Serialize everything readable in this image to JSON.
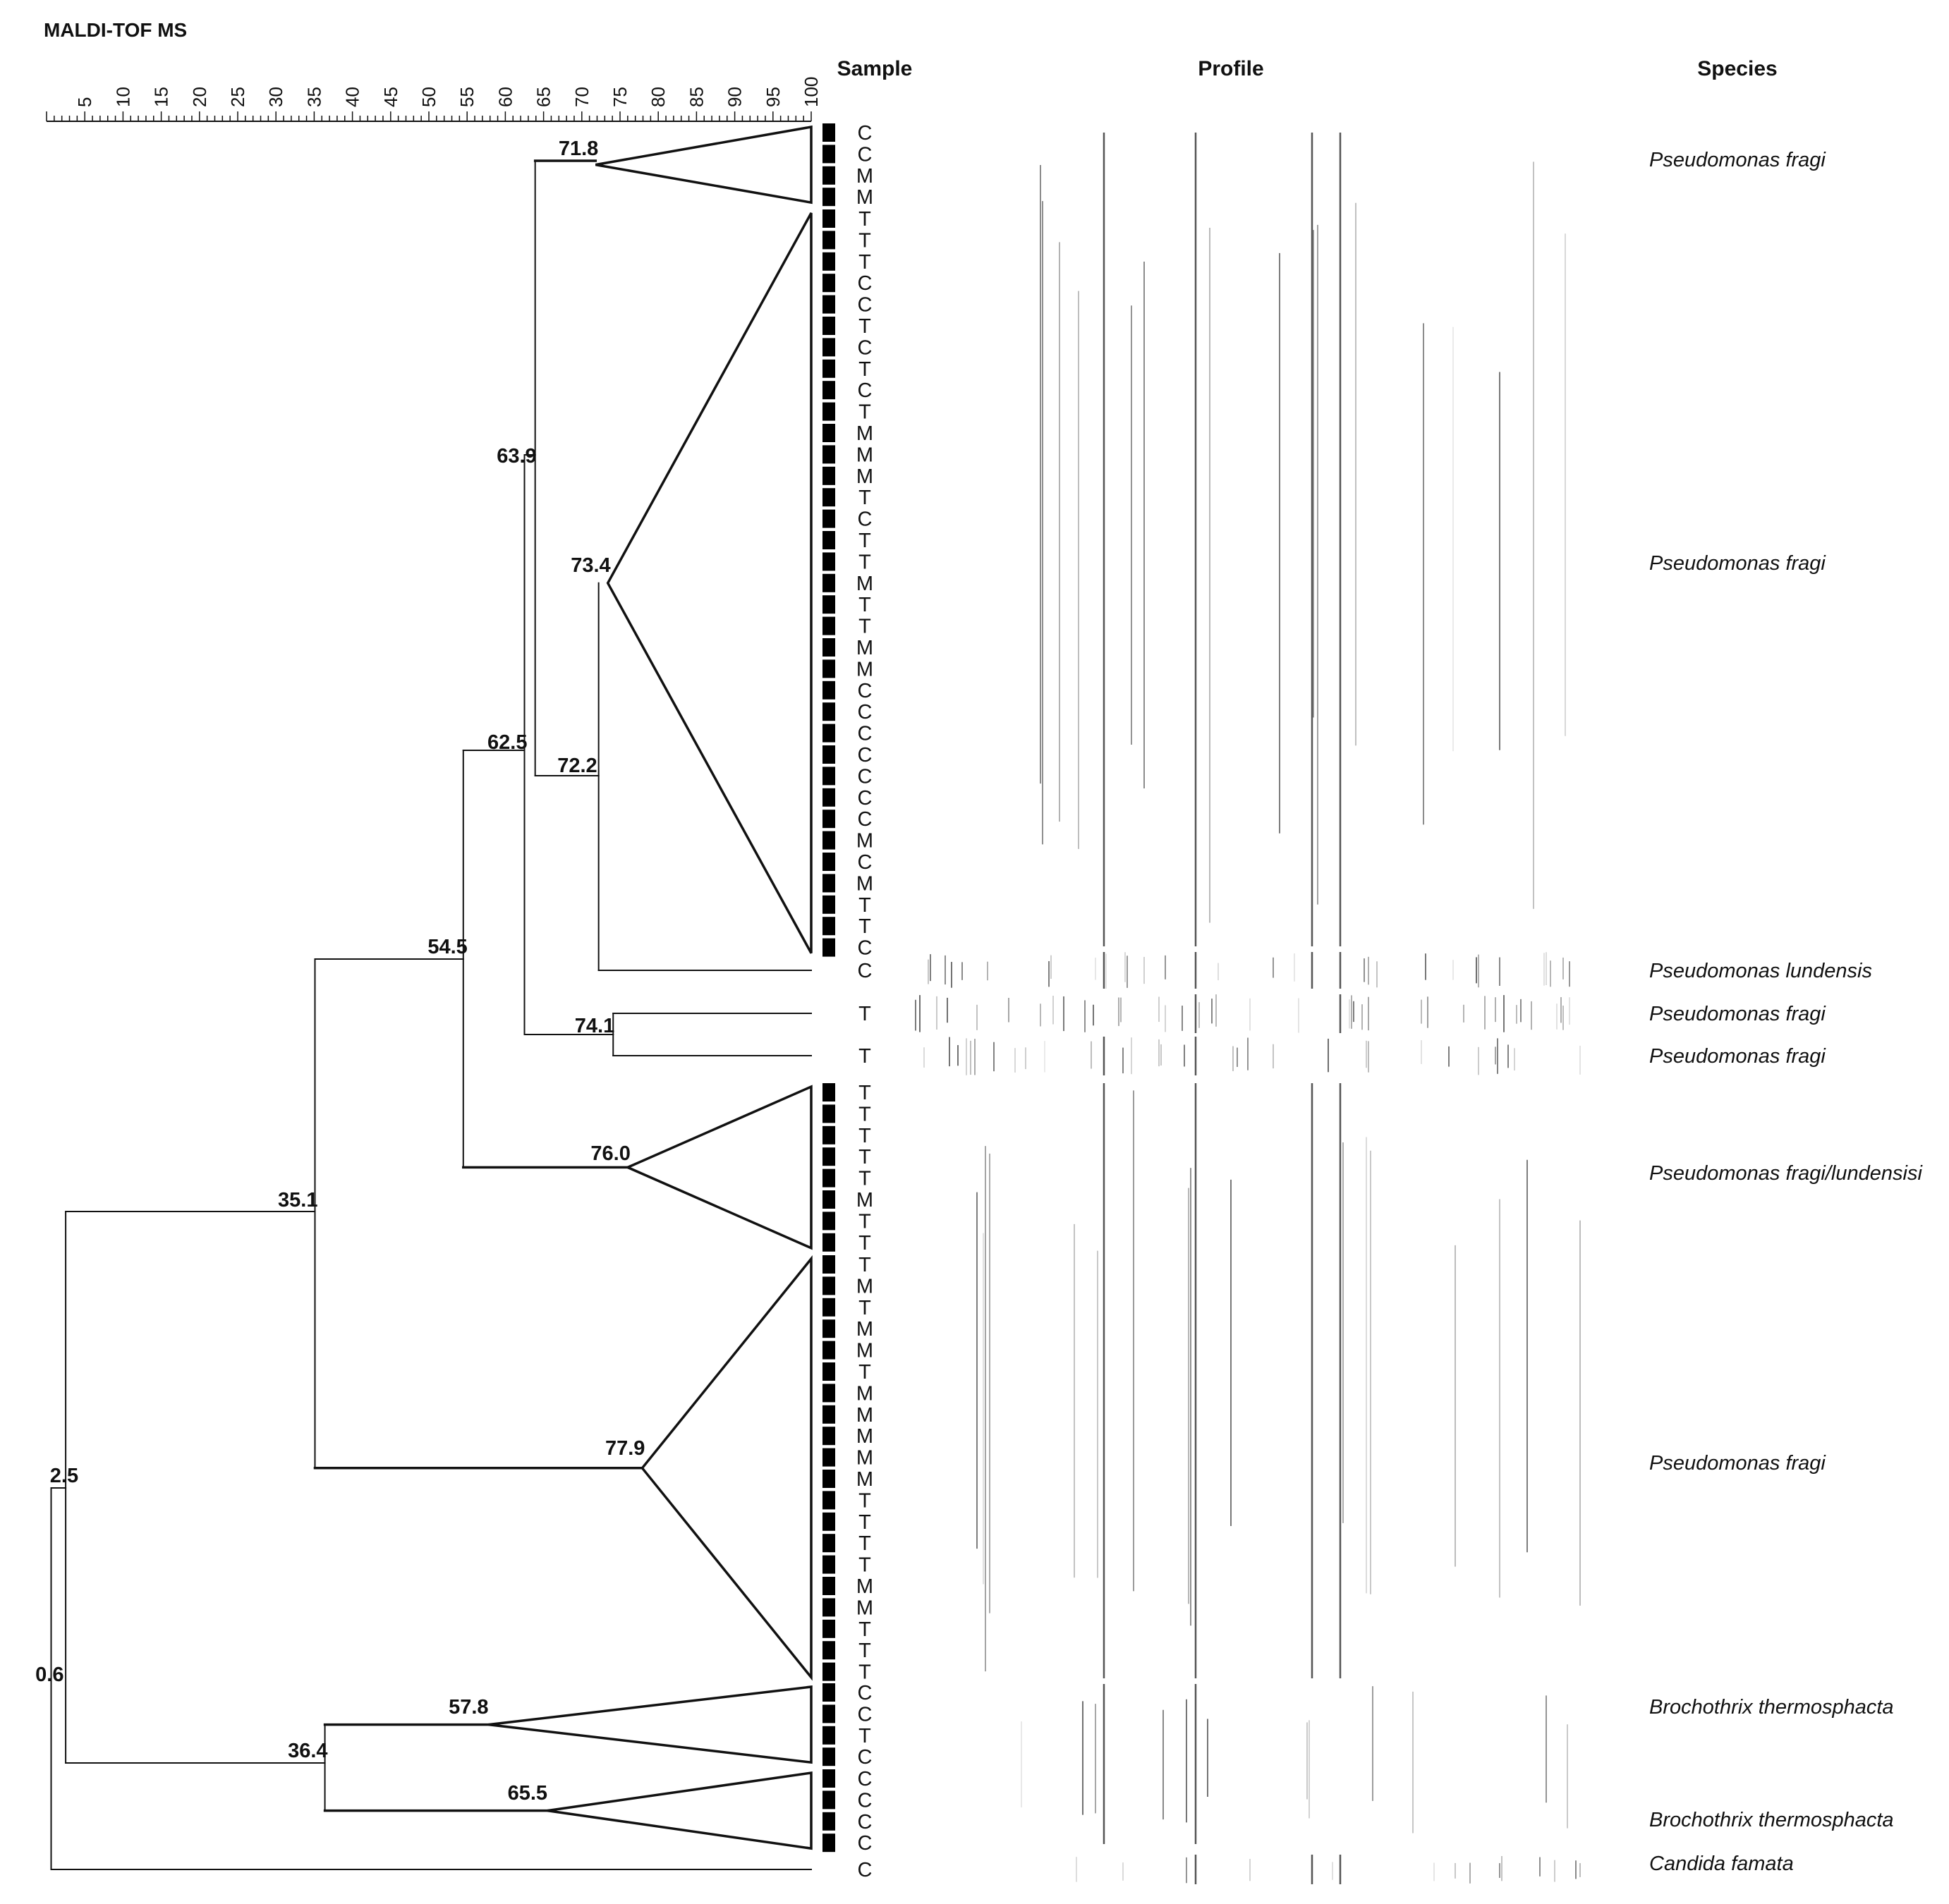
{
  "title": "MALDI-TOF MS",
  "headers": {
    "sample": "Sample",
    "profile": "Profile",
    "species": "Species"
  },
  "scale": {
    "min": 0,
    "max": 100,
    "step": 5
  },
  "samples": {
    "group1": [
      "C",
      "C",
      "M",
      "M"
    ],
    "group2": [
      "T",
      "T",
      "T",
      "C",
      "C",
      "T",
      "C",
      "T",
      "C",
      "T",
      "M",
      "M",
      "M",
      "T",
      "C",
      "T",
      "T",
      "M",
      "T",
      "T",
      "M",
      "M",
      "C",
      "C",
      "C",
      "C",
      "C",
      "C",
      "C",
      "M",
      "C",
      "M",
      "T",
      "T",
      "C"
    ],
    "single1": [
      "C"
    ],
    "single2": [
      "T"
    ],
    "single3": [
      "T"
    ],
    "group3": [
      "T",
      "T",
      "T",
      "T",
      "T",
      "M",
      "T",
      "T"
    ],
    "group4": [
      "T",
      "M",
      "T",
      "M",
      "M",
      "T",
      "M",
      "M",
      "M",
      "M",
      "M",
      "T",
      "T",
      "T",
      "T",
      "M",
      "M",
      "T",
      "T",
      "T"
    ],
    "group5": [
      "C",
      "C",
      "T",
      "C"
    ],
    "group6": [
      "C",
      "C",
      "C",
      "C"
    ],
    "single4": [
      "C"
    ]
  },
  "nodes": {
    "n_71_8": "71.8",
    "n_63_9": "63.9",
    "n_73_4": "73.4",
    "n_62_5": "62.5",
    "n_72_2": "72.2",
    "n_54_5": "54.5",
    "n_74_1": "74.1",
    "n_76_0": "76.0",
    "n_35_1": "35.1",
    "n_77_9": "77.9",
    "n_2_5": "2.5",
    "n_0_6": "0.6",
    "n_57_8": "57.8",
    "n_36_4": "36.4",
    "n_65_5": "65.5"
  },
  "species": [
    {
      "name": "Pseudomonas fragi",
      "for": "group1"
    },
    {
      "name": "Pseudomonas fragi",
      "for": "group2"
    },
    {
      "name": "Pseudomonas lundensis",
      "for": "single1"
    },
    {
      "name": "Pseudomonas fragi",
      "for": "single2"
    },
    {
      "name": "Pseudomonas fragi",
      "for": "single3"
    },
    {
      "name": "Pseudomonas fragi/lundensisi",
      "for": "group3"
    },
    {
      "name": "Pseudomonas fragi",
      "for": "group4"
    },
    {
      "name": "Brochothrix thermosphacta",
      "for": "group5"
    },
    {
      "name": "Brochothrix thermosphacta",
      "for": "group6"
    },
    {
      "name": "Candida famata",
      "for": "single4"
    }
  ]
}
